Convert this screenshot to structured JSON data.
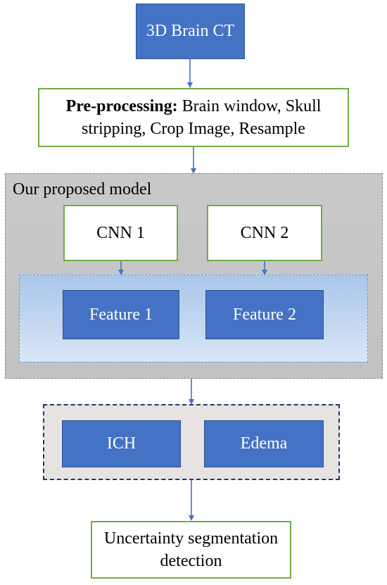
{
  "input": {
    "label": "3D Brain CT"
  },
  "preprocessing": {
    "bold_label": "Pre-processing:",
    "line1": " Brain window, Skull",
    "line2": "stripping, Crop Image, Resample"
  },
  "model": {
    "title": "Our proposed model",
    "cnn1": "CNN 1",
    "cnn2": "CNN 2",
    "feature1": "Feature 1",
    "feature2": "Feature 2"
  },
  "outputs": {
    "ich": "ICH",
    "edema": "Edema"
  },
  "final": {
    "line1": "Uncertainty segmentation",
    "line2": "detection"
  },
  "colors": {
    "box_blue": "#4472c4",
    "box_green_border": "#70ad47",
    "arrow": "#4472c4",
    "model_bg": "#c4c4c4",
    "feature_bg": "#b8d0ee",
    "output_border": "#1f3864"
  }
}
